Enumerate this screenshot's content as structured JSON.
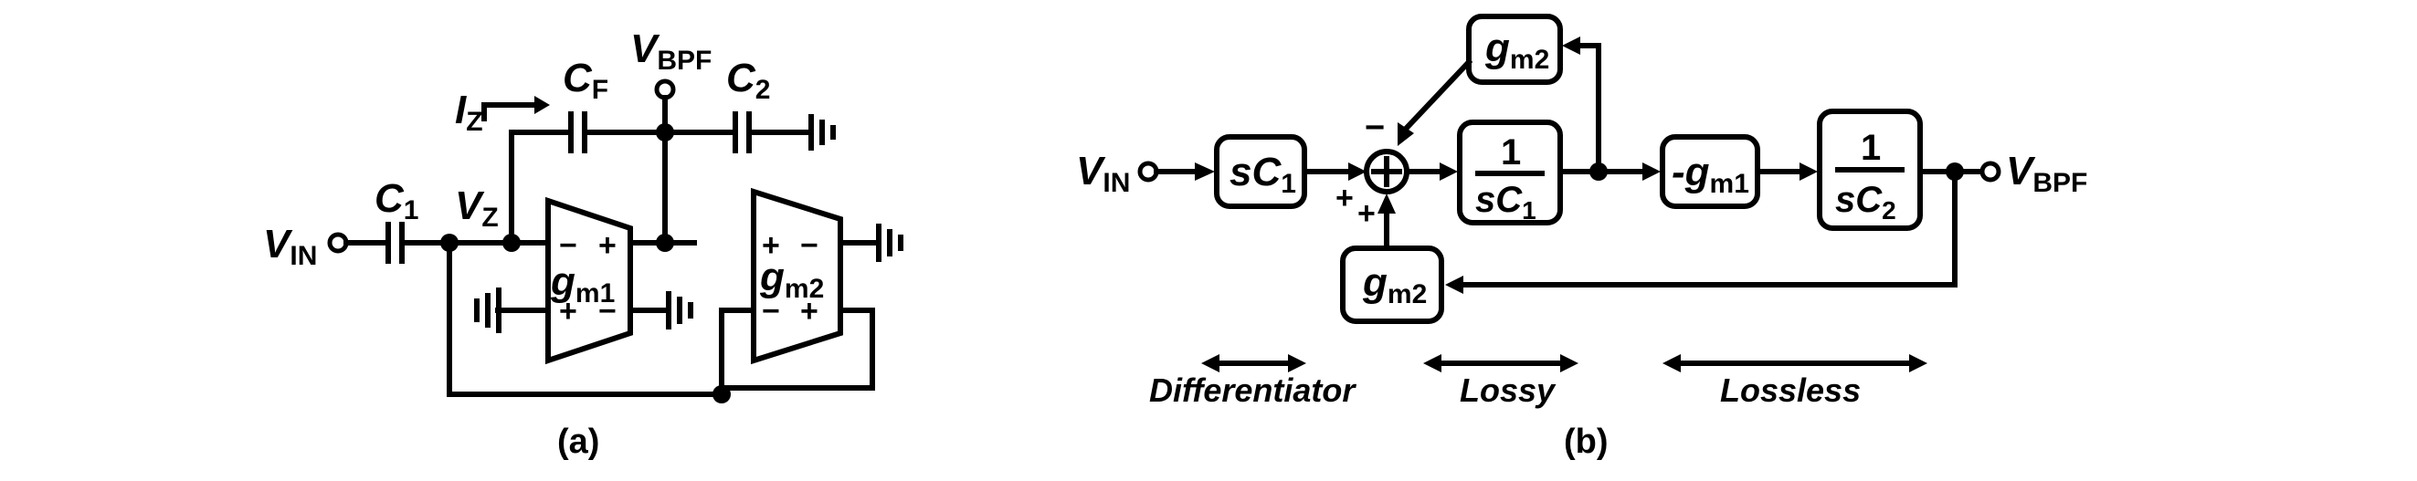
{
  "panel_a": {
    "caption": "(a)",
    "vin_main": "V",
    "vin_sub": "IN",
    "c1_main": "C",
    "c1_sub": "1",
    "vz_main": "V",
    "vz_sub": "Z",
    "iz_main": "I",
    "iz_sub": "Z",
    "cf_main": "C",
    "cf_sub": "F",
    "vbpf_main": "V",
    "vbpf_sub": "BPF",
    "c2_main": "C",
    "c2_sub": "2",
    "gm1_main": "g",
    "gm1_sub": "m1",
    "gm2_main": "g",
    "gm2_sub": "m2",
    "sign_minus": "−",
    "sign_plus": "+"
  },
  "panel_b": {
    "caption": "(b)",
    "vin_main": "V",
    "vin_sub": "IN",
    "vbpf_main": "V",
    "vbpf_sub": "BPF",
    "block_sc1_main": "sC",
    "block_sc1_sub": "1",
    "block_gm2_top_main": "g",
    "block_gm2_top_sub": "m2",
    "block_gm2_bottom_main": "g",
    "block_gm2_bottom_sub": "m2",
    "block_lossy_num": "1",
    "block_lossy_main": "sC",
    "block_lossy_sub": "1",
    "block_neg_gm1_main": "-g",
    "block_neg_gm1_sub": "m1",
    "block_lossless_num": "1",
    "block_lossless_main": "sC",
    "block_lossless_sub": "2",
    "summer_minus": "−",
    "summer_plus_1": "+",
    "summer_plus_2": "+",
    "label_differentiator": "Differentiator",
    "label_lossy": "Lossy",
    "label_lossless": "Lossless"
  }
}
